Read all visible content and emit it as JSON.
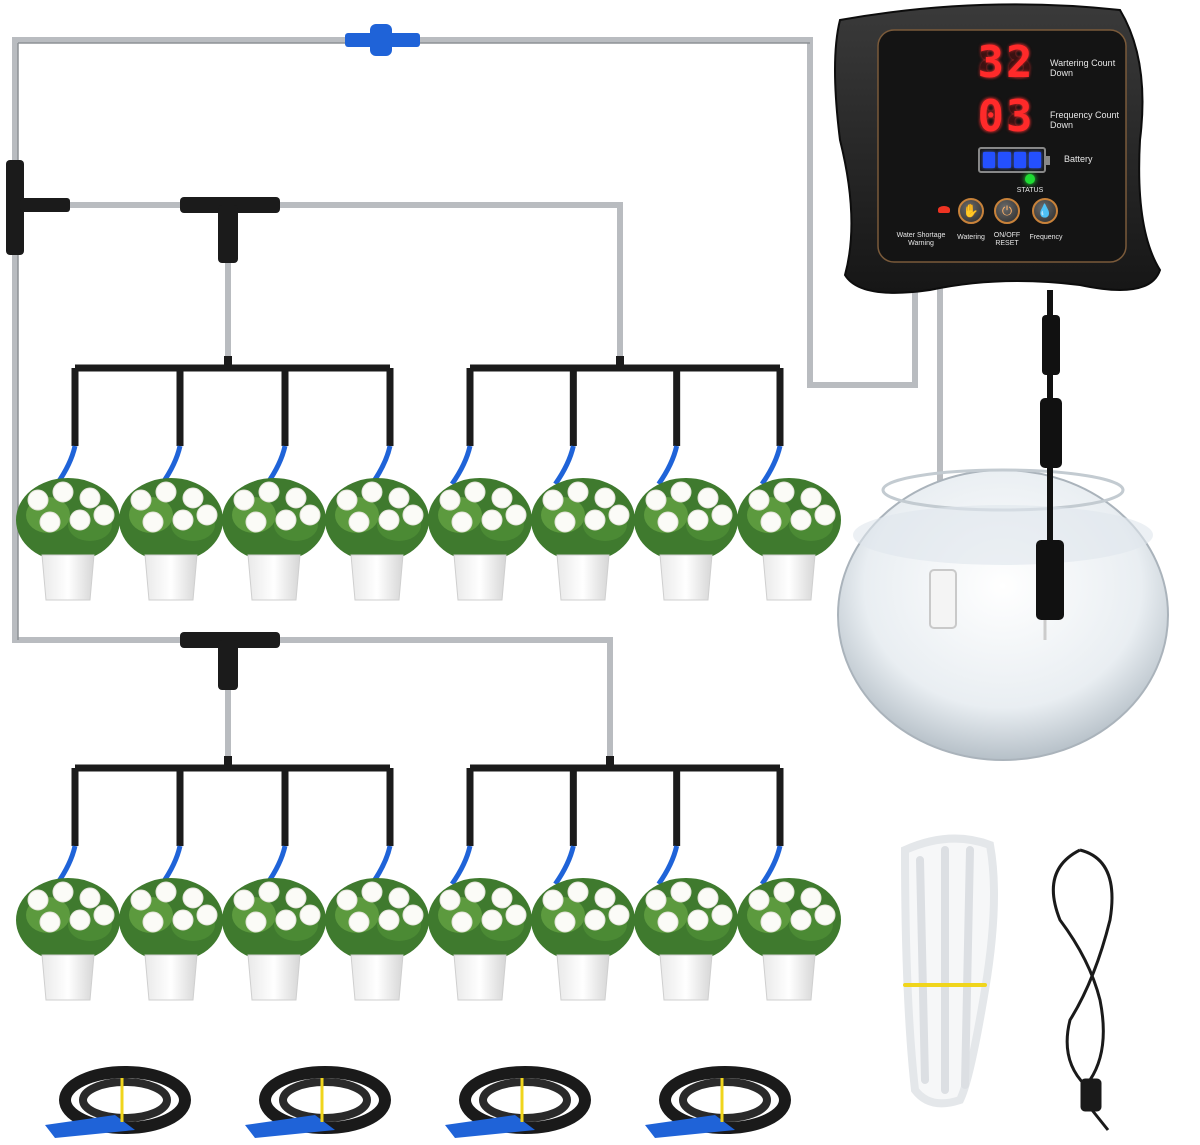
{
  "controller": {
    "watering_countdown_value": "32",
    "watering_countdown_label": "Wartering Count Down",
    "frequency_countdown_value": "03",
    "frequency_countdown_label": "Frequency Count Down",
    "battery_label": "Battery",
    "battery_bars": 4,
    "status_label": "STATUS",
    "water_shortage_label": "Water Shortage Warning",
    "watering_button_label": "Watering",
    "onoff_button_label": "ON/OFF RESET",
    "frequency_button_label": "Frequency"
  },
  "icons": {
    "watering": "watering-hand-icon",
    "power": "power-icon",
    "frequency": "frequency-drop-icon"
  },
  "colors": {
    "display_red": "#ff2a2a",
    "battery_blue": "#2450ff",
    "status_green": "#1fdc33",
    "button_ring": "#c8823a",
    "tube_silver": "#b9bcc0",
    "drip_blue": "#1f63d8"
  },
  "scene": {
    "pots_per_row": 8,
    "pot_rows": 2,
    "hose_coils": 4
  }
}
